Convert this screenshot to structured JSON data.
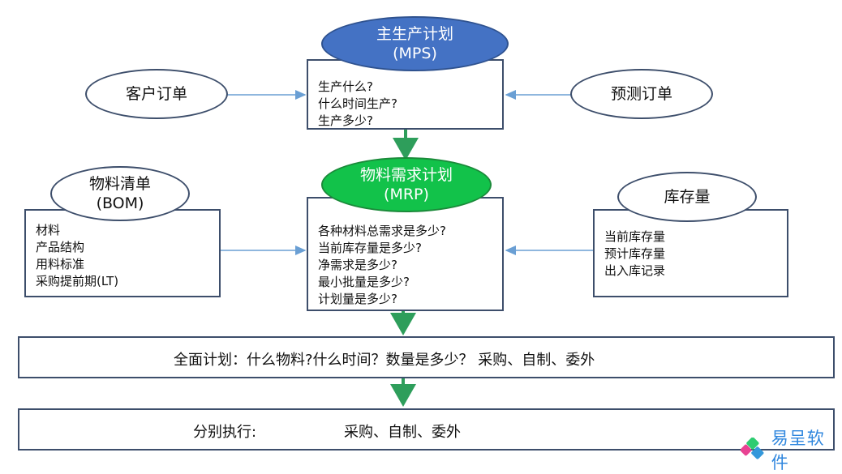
{
  "mps": {
    "title": "主生产计划",
    "abbr": "(MPS)",
    "lines": [
      "生产什么?",
      "什么时间生产?",
      "生产多少?"
    ]
  },
  "customer_order": "客户订单",
  "forecast_order": "预测订单",
  "bom": {
    "title": "物料清单",
    "abbr": "(BOM)",
    "lines": [
      "材料",
      "产品结构",
      "用料标准",
      "采购提前期(LT)"
    ]
  },
  "mrp": {
    "title": "物料需求计划",
    "abbr": "(MRP)",
    "lines": [
      "各种材料总需求是多少?",
      "当前库存量是多少?",
      "净需求是多少?",
      "最小批量是多少?",
      "计划量是多少?"
    ]
  },
  "inventory": {
    "title": "库存量",
    "lines": [
      "当前库存量",
      "预计库存量",
      "出入库记录"
    ]
  },
  "overall_plan": "全面计划：什么物料?什么时间？数量是多少？ 采购、自制、委外",
  "execution": {
    "label": "分别执行:",
    "value": "采购、自制、委外"
  },
  "logo_text": "易呈软件",
  "colors": {
    "mps": "#4472c4",
    "mrp": "#12c24a",
    "arrow_blue": "#6a9fd4",
    "arrow_green": "#2e9e5b",
    "border": "#3d4e6b"
  }
}
